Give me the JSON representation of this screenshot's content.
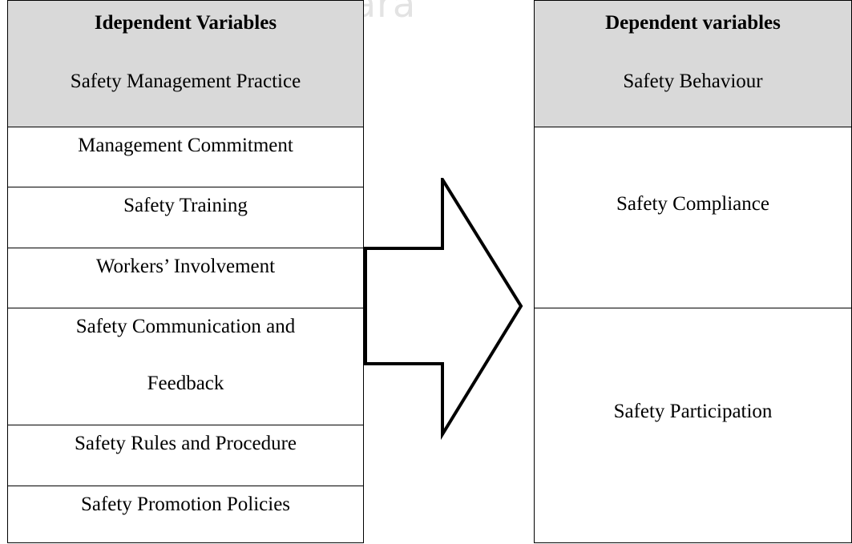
{
  "watermark": "siti Utara",
  "independent": {
    "title": "Idependent Variables",
    "subtitle": "Safety Management Practice",
    "items": [
      {
        "lines": [
          "Management Commitment"
        ]
      },
      {
        "lines": [
          "Safety Training"
        ]
      },
      {
        "lines": [
          "Workers’ Involvement"
        ]
      },
      {
        "lines": [
          "Safety Communication and",
          "Feedback"
        ]
      },
      {
        "lines": [
          "Safety Rules and Procedure"
        ]
      },
      {
        "lines": [
          "Safety Promotion Policies"
        ]
      }
    ]
  },
  "dependent": {
    "title": "Dependent variables",
    "subtitle": "Safety Behaviour",
    "items": [
      {
        "lines": [
          "Safety Compliance"
        ]
      },
      {
        "lines": [
          "Safety Participation"
        ]
      }
    ]
  },
  "colors": {
    "header_bg": "#d9d9d9",
    "border": "#000000",
    "watermark": "#e3e3e3"
  }
}
